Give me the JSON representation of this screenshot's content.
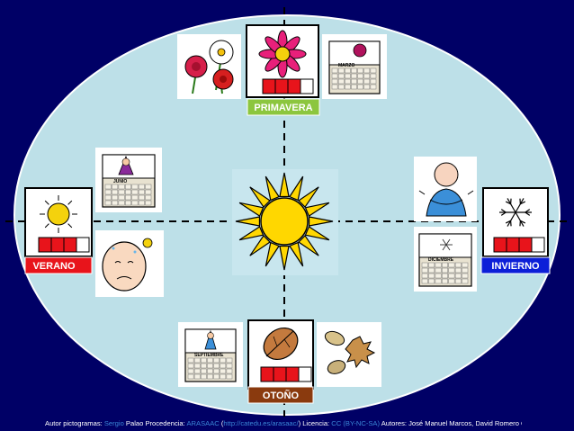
{
  "seasons": {
    "spring": {
      "label": "PRIMAVERA",
      "color": "#8cc63e"
    },
    "summer": {
      "label": "VERANO",
      "color": "#e8141b"
    },
    "autumn": {
      "label": "OTOÑO",
      "color": "#8a3a0e"
    },
    "winter": {
      "label": "INVIERNO",
      "color": "#0c1fd8"
    }
  },
  "calendars": {
    "spring": "MARZO",
    "summer": "JUNIO",
    "autumn": "SEPTIEMBRE",
    "winter": "DICIEMBRE"
  },
  "icons": {
    "sun": "sun-icon",
    "flowers": "flowers-icon",
    "leaves": "leaves-icon",
    "snowflake": "snowflake-icon",
    "hot_face": "hot-face-icon",
    "cold_person": "cold-person-icon"
  },
  "credits": {
    "t1": "Autor pictogramas: ",
    "author": "Sergio",
    "t2": " Palao Procedencia: ",
    "source": "ARASAAC",
    "t3": " (",
    "url": "http://catedu.es/arasaac/",
    "t4": ") Licencia: ",
    "license": "CC (BY-NC-SA)",
    "t5": " Autores: José Manuel Marcos, David Romero Corral"
  },
  "colors": {
    "background": "#000066",
    "ellipse": "#bde0e8",
    "sun": "#ffd700",
    "red_squares": "#e8141b"
  }
}
